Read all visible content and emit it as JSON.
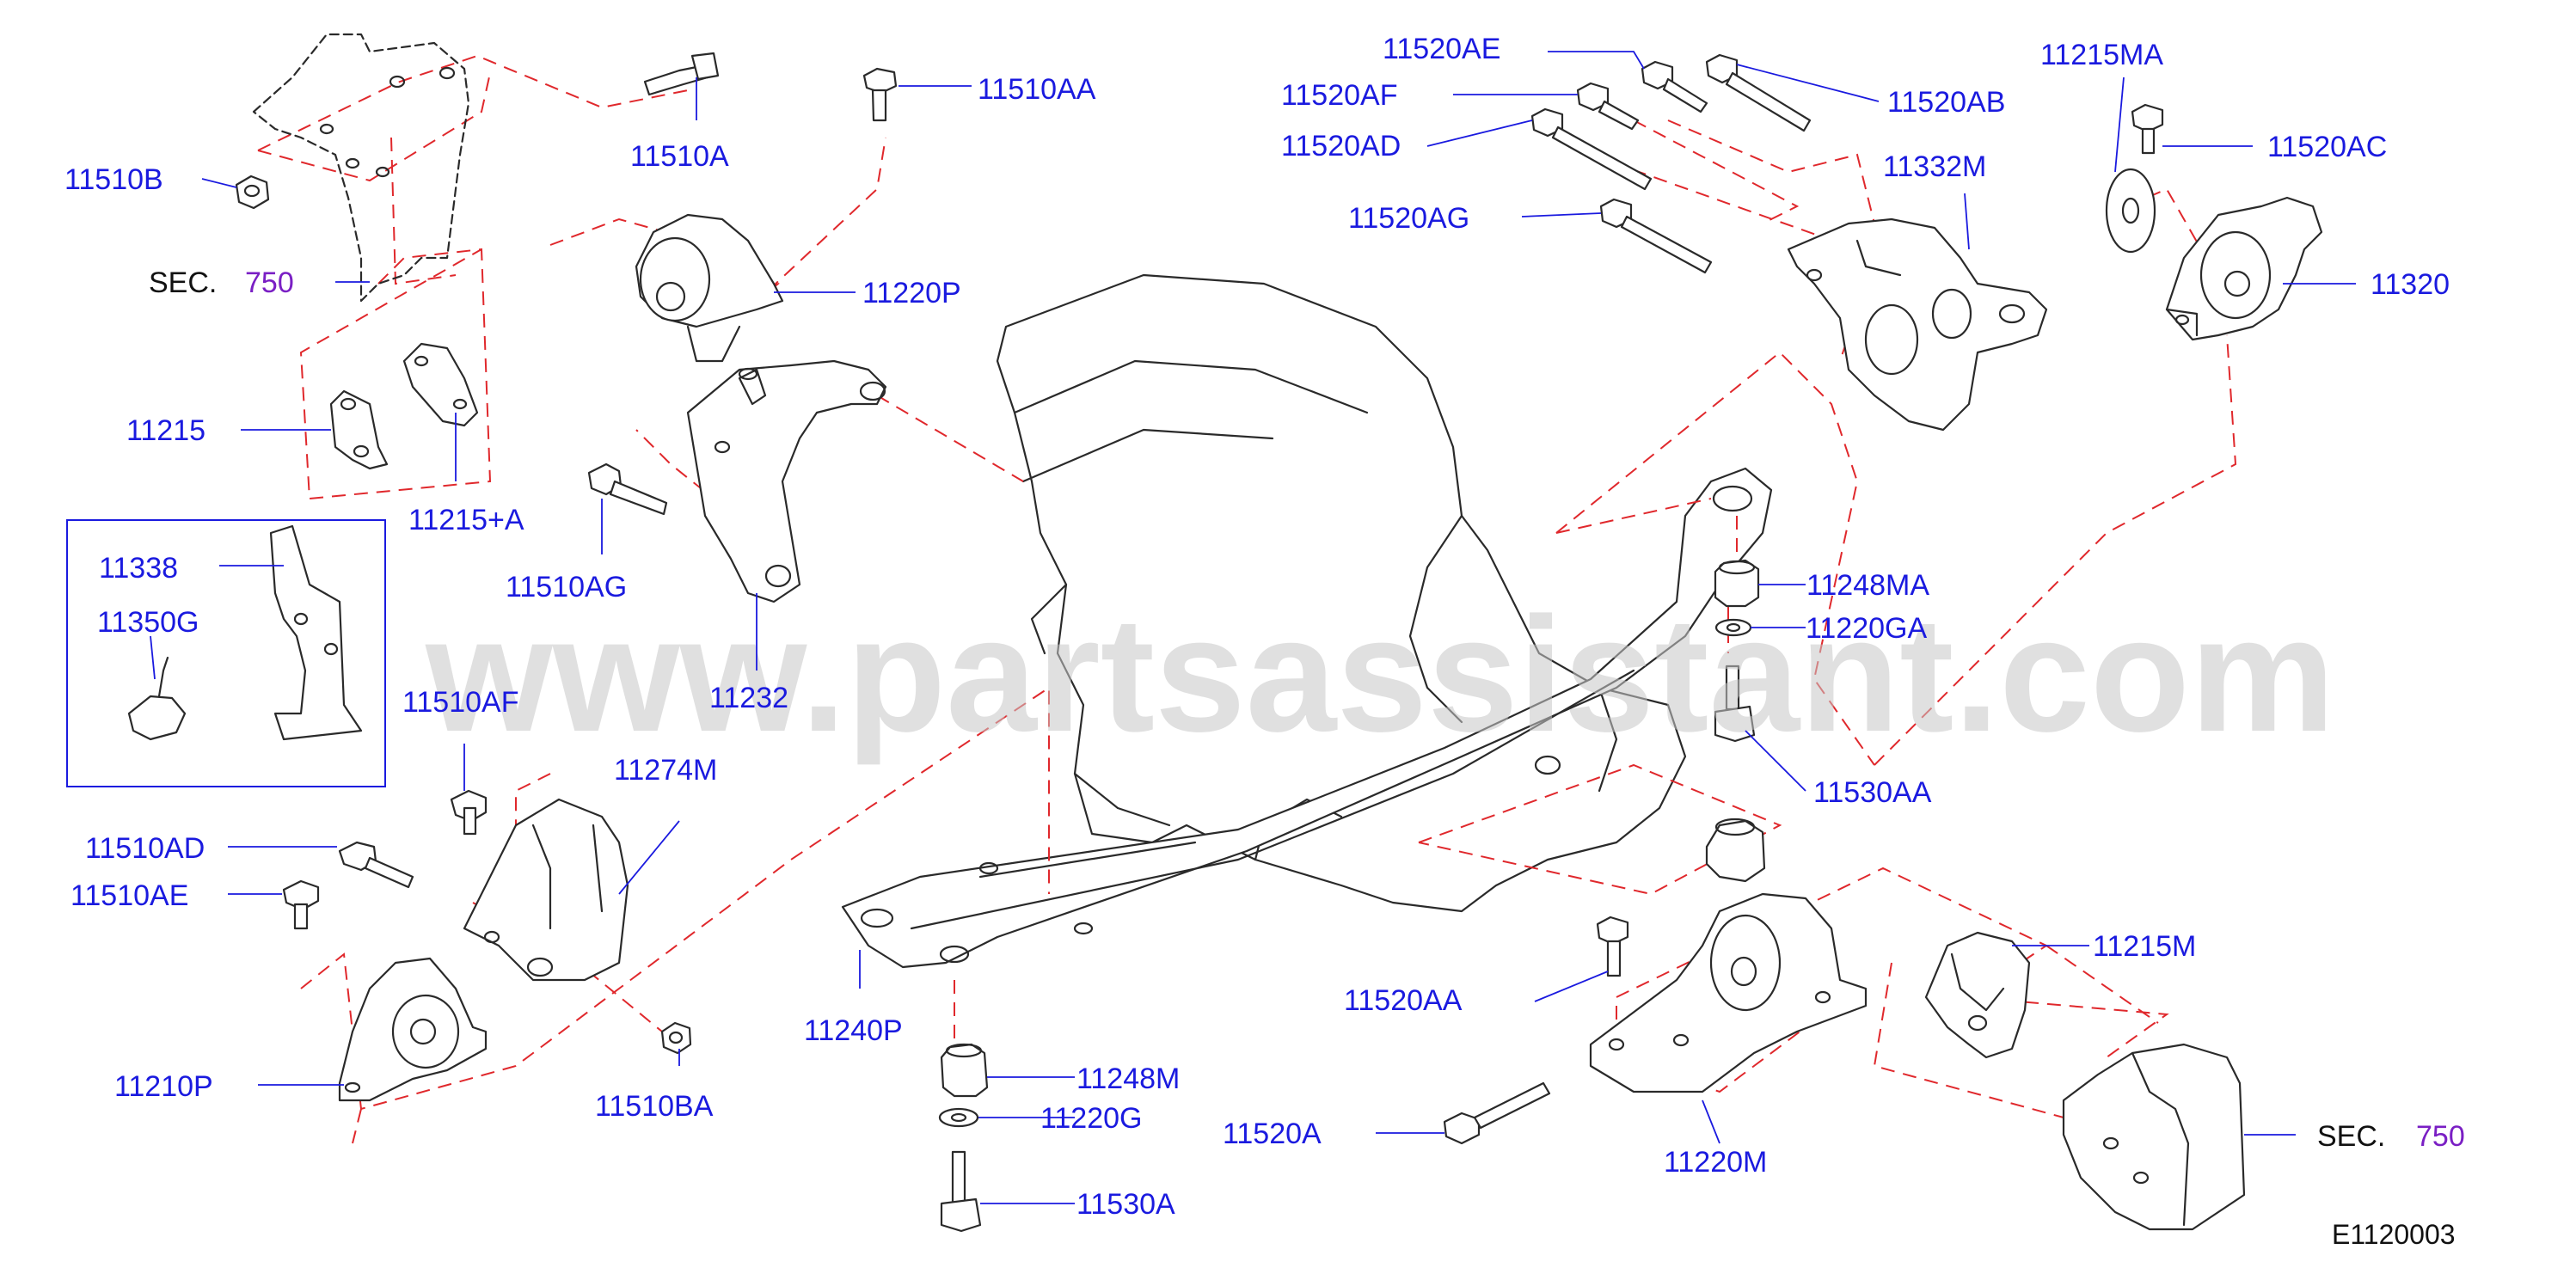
{
  "watermark": "www.partsassistant.com",
  "diagram_code": "E1120003",
  "sections": [
    {
      "prefix": "SEC.",
      "number": "750"
    },
    {
      "prefix": "SEC.",
      "number": "750"
    }
  ],
  "labels": {
    "11510B": "11510B",
    "11510A": "11510A",
    "11510AA": "11510AA",
    "11220P": "11220P",
    "11215": "11215",
    "11215A": "11215+A",
    "11510AG": "11510AG",
    "11232": "11232",
    "11338": "11338",
    "11350G": "11350G",
    "11510AF": "11510AF",
    "11274M": "11274M",
    "11510AD": "11510AD",
    "11510AE": "11510AE",
    "11210P": "11210P",
    "11510BA": "11510BA",
    "11240P": "11240P",
    "11248M": "11248M",
    "11220G": "11220G",
    "11530A": "11530A",
    "11520AE": "11520AE",
    "11520AF": "11520AF",
    "11520AD": "11520AD",
    "11520AG": "11520AG",
    "11520AB": "11520AB",
    "11332M": "11332M",
    "11215MA": "11215MA",
    "11520AC": "11520AC",
    "11320": "11320",
    "11248MA": "11248MA",
    "11220GA": "11220GA",
    "11530AA": "11530AA",
    "11215M": "11215M",
    "11520AA": "11520AA",
    "11520A": "11520A",
    "11220M": "11220M"
  }
}
